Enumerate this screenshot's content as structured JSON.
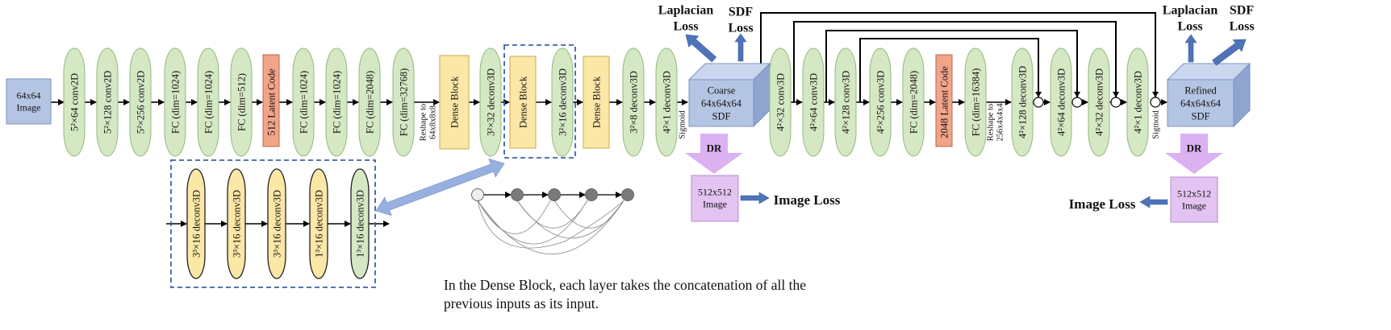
{
  "colors": {
    "green": "#d4e8c4",
    "green_stroke": "#93b97c",
    "yellow": "#fbe7a6",
    "yellow_stroke": "#c9a94e",
    "orange": "#f2a489",
    "orange_stroke": "#c0654a",
    "blue_box": "#b4c5e4",
    "blue_stroke": "#7b93bf",
    "purple": "#e2c3f1",
    "purple_stroke": "#b78bcf",
    "arrow_blue": "#4e73b9",
    "dashed": "#3b63a8",
    "line": "#000000"
  },
  "input_image": "64x64\nImage",
  "encoder_layers": [
    {
      "label": "5²×64 conv2D",
      "kind": "ellipse"
    },
    {
      "label": "5²×128 conv2D",
      "kind": "ellipse"
    },
    {
      "label": "5²×256 conv2D",
      "kind": "ellipse"
    },
    {
      "label": "FC (dim=1024)",
      "kind": "ellipse"
    },
    {
      "label": "FC (dim=1024)",
      "kind": "ellipse"
    },
    {
      "label": "FC (dim=512)",
      "kind": "ellipse"
    },
    {
      "label": "512 Latent Code",
      "kind": "latent"
    },
    {
      "label": "FC (dim=1024)",
      "kind": "ellipse"
    },
    {
      "label": "FC (dim=1024)",
      "kind": "ellipse"
    },
    {
      "label": "FC (dim=2048)",
      "kind": "ellipse"
    },
    {
      "label": "FC (dim=32768)",
      "kind": "ellipse"
    },
    {
      "label": "Dense Block",
      "kind": "dense"
    },
    {
      "label": "3²×32 deconv3D",
      "kind": "ellipse"
    },
    {
      "label": "Dense Block",
      "kind": "dense"
    },
    {
      "label": "3²×16 deconv3D",
      "kind": "ellipse"
    },
    {
      "label": "Dense Block",
      "kind": "dense"
    },
    {
      "label": "3²×8 deconv3D",
      "kind": "ellipse"
    },
    {
      "label": "4²×1 deconv3D",
      "kind": "ellipse"
    }
  ],
  "reshape1": "Reshape to\n64x8x8x8",
  "sigmoid1": "Sigmoid",
  "coarse_sdf": "Coarse\n64x64x64\nSDF",
  "dr1": "DR",
  "coarse_image": "512x512\nImage",
  "image_loss_left": "Image Loss",
  "laplacian_loss_left": "Laplacian\nLoss",
  "sdf_loss_left": "SDF\nLoss",
  "refine_layers": [
    {
      "label": "4²×32 conv3D",
      "kind": "ellipse"
    },
    {
      "label": "4²×64 conv3D",
      "kind": "ellipse"
    },
    {
      "label": "4²×128 conv3D",
      "kind": "ellipse"
    },
    {
      "label": "4²×256 conv3D",
      "kind": "ellipse"
    },
    {
      "label": "FC (dim=2048)",
      "kind": "ellipse"
    },
    {
      "label": "2048 Latent Code",
      "kind": "latent"
    },
    {
      "label": "FC (dim=16384)",
      "kind": "ellipse"
    },
    {
      "label": "4²×128 deconv3D",
      "kind": "ellipse"
    },
    {
      "label": "4²×64 deconv3D",
      "kind": "ellipse"
    },
    {
      "label": "4²×32 deconv3D",
      "kind": "ellipse"
    },
    {
      "label": "4²×1 deconv3D",
      "kind": "ellipse"
    }
  ],
  "reshape2": "Reshape to\n256x4x4x4",
  "sigmoid2": "Sigmoid",
  "refined_sdf": "Refined\n64x64x64\nSDF",
  "dr2": "DR",
  "refined_image": "512x512\nImage",
  "image_loss_right": "Image Loss",
  "laplacian_loss_right": "Laplacian\nLoss",
  "sdf_loss_right": "SDF\nLoss",
  "dense_detail_layers": [
    {
      "label": "3³×16 deconv3D",
      "kind": "yellow"
    },
    {
      "label": "3³×16 deconv3D",
      "kind": "yellow"
    },
    {
      "label": "3³×16 deconv3D",
      "kind": "yellow"
    },
    {
      "label": "1³×16 deconv3D",
      "kind": "yellow"
    },
    {
      "label": "1³×16 deconv3D",
      "kind": "green"
    }
  ],
  "caption": "In the Dense Block, each layer takes the concatenation of all the previous inputs as its input."
}
